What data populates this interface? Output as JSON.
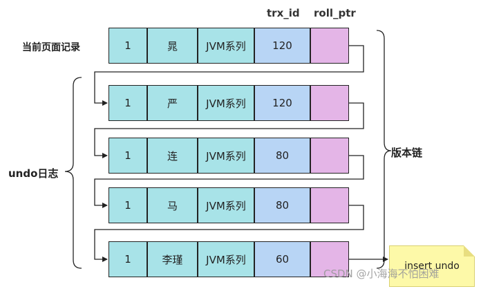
{
  "headers": {
    "trx_id": "trx_id",
    "roll_ptr": "roll_ptr"
  },
  "labels": {
    "current_record": "当前页面记录",
    "undo_log": "undo日志",
    "version_chain": "版本链"
  },
  "records": [
    {
      "id": "1",
      "name": "晁",
      "series": "JVM系列",
      "trx_id": "120"
    },
    {
      "id": "1",
      "name": "严",
      "series": "JVM系列",
      "trx_id": "120"
    },
    {
      "id": "1",
      "name": "连",
      "series": "JVM系列",
      "trx_id": "80"
    },
    {
      "id": "1",
      "name": "马",
      "series": "JVM系列",
      "trx_id": "80"
    },
    {
      "id": "1",
      "name": "李瑾",
      "series": "JVM系列",
      "trx_id": "60"
    }
  ],
  "note": "insert undo",
  "watermark": "CSDN @小海海不怕困难",
  "colors": {
    "id_name_series": "#a8e3e8",
    "trx_id": "#b8d5f5",
    "roll_ptr": "#e4b5e7",
    "note": "#fdf9a8"
  }
}
